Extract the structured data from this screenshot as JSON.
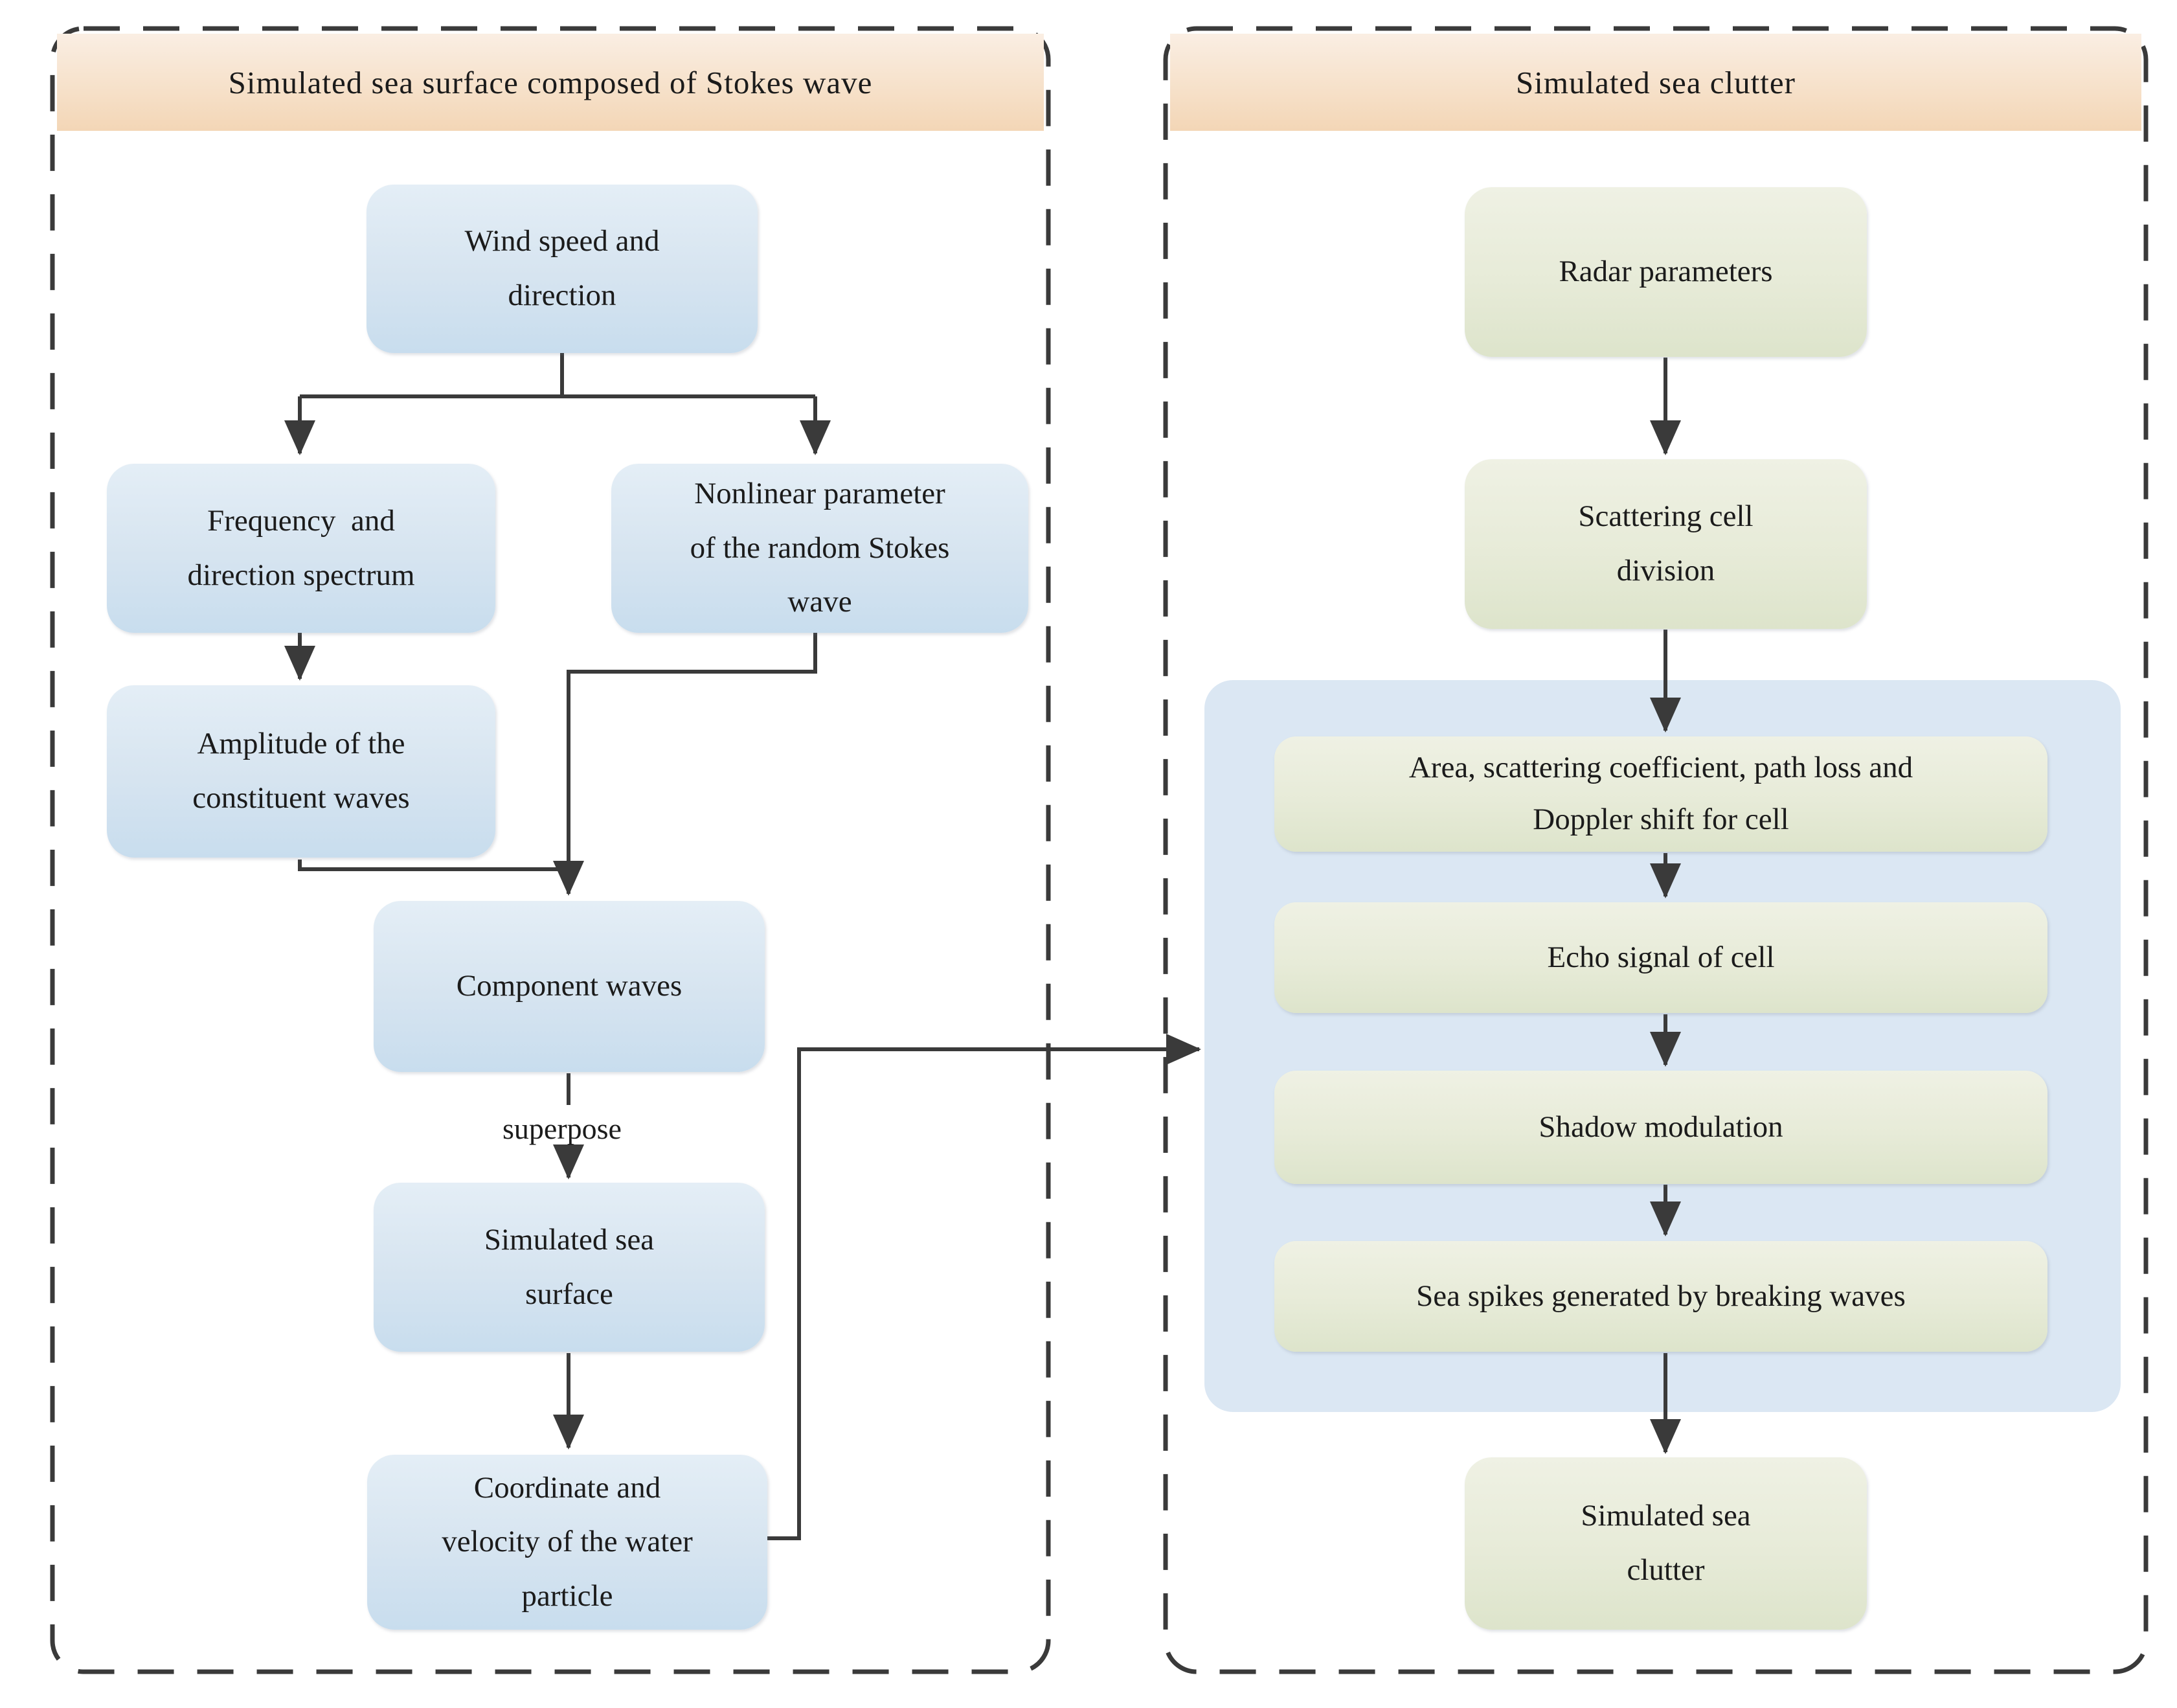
{
  "colors": {
    "panel_border": "#3a3a3a",
    "arrow": "#3a3a3a",
    "text": "#1b1b1b",
    "header_gradient_top": "#faeee3",
    "header_gradient_bottom": "#f3d6b6",
    "blue_box_top": "#e4eef6",
    "blue_box_bottom": "#c8ddee",
    "green_box_top": "#eff1e4",
    "green_box_bottom": "#dde4cb",
    "container_fill": "#dbe7f3"
  },
  "left_panel": {
    "header": "Simulated sea surface composed of Stokes wave",
    "boxes": {
      "wind": {
        "text": "Wind speed and\ndirection"
      },
      "frequency": {
        "text": "Frequency  and\ndirection spectrum"
      },
      "nonlinear": {
        "text": "Nonlinear parameter\nof the random Stokes\nwave"
      },
      "amplitude": {
        "text": "Amplitude of the\nconstituent waves"
      },
      "component": {
        "text": "Component waves"
      },
      "sea_surface": {
        "text": "Simulated sea\nsurface"
      },
      "coordinate": {
        "text": "Coordinate and\nvelocity of the water\nparticle"
      }
    },
    "edge_label": "superpose"
  },
  "right_panel": {
    "header": "Simulated sea clutter",
    "boxes": {
      "radar": {
        "text": "Radar parameters"
      },
      "scattering": {
        "text": "Scattering cell\ndivision"
      },
      "area": {
        "text": "Area, scattering coefficient, path loss and\nDoppler shift for cell"
      },
      "echo": {
        "text": "Echo signal of cell"
      },
      "shadow": {
        "text": "Shadow modulation"
      },
      "sea_spikes": {
        "text": "Sea spikes generated by breaking waves"
      },
      "sea_clutter": {
        "text": "Simulated sea\nclutter"
      }
    }
  }
}
